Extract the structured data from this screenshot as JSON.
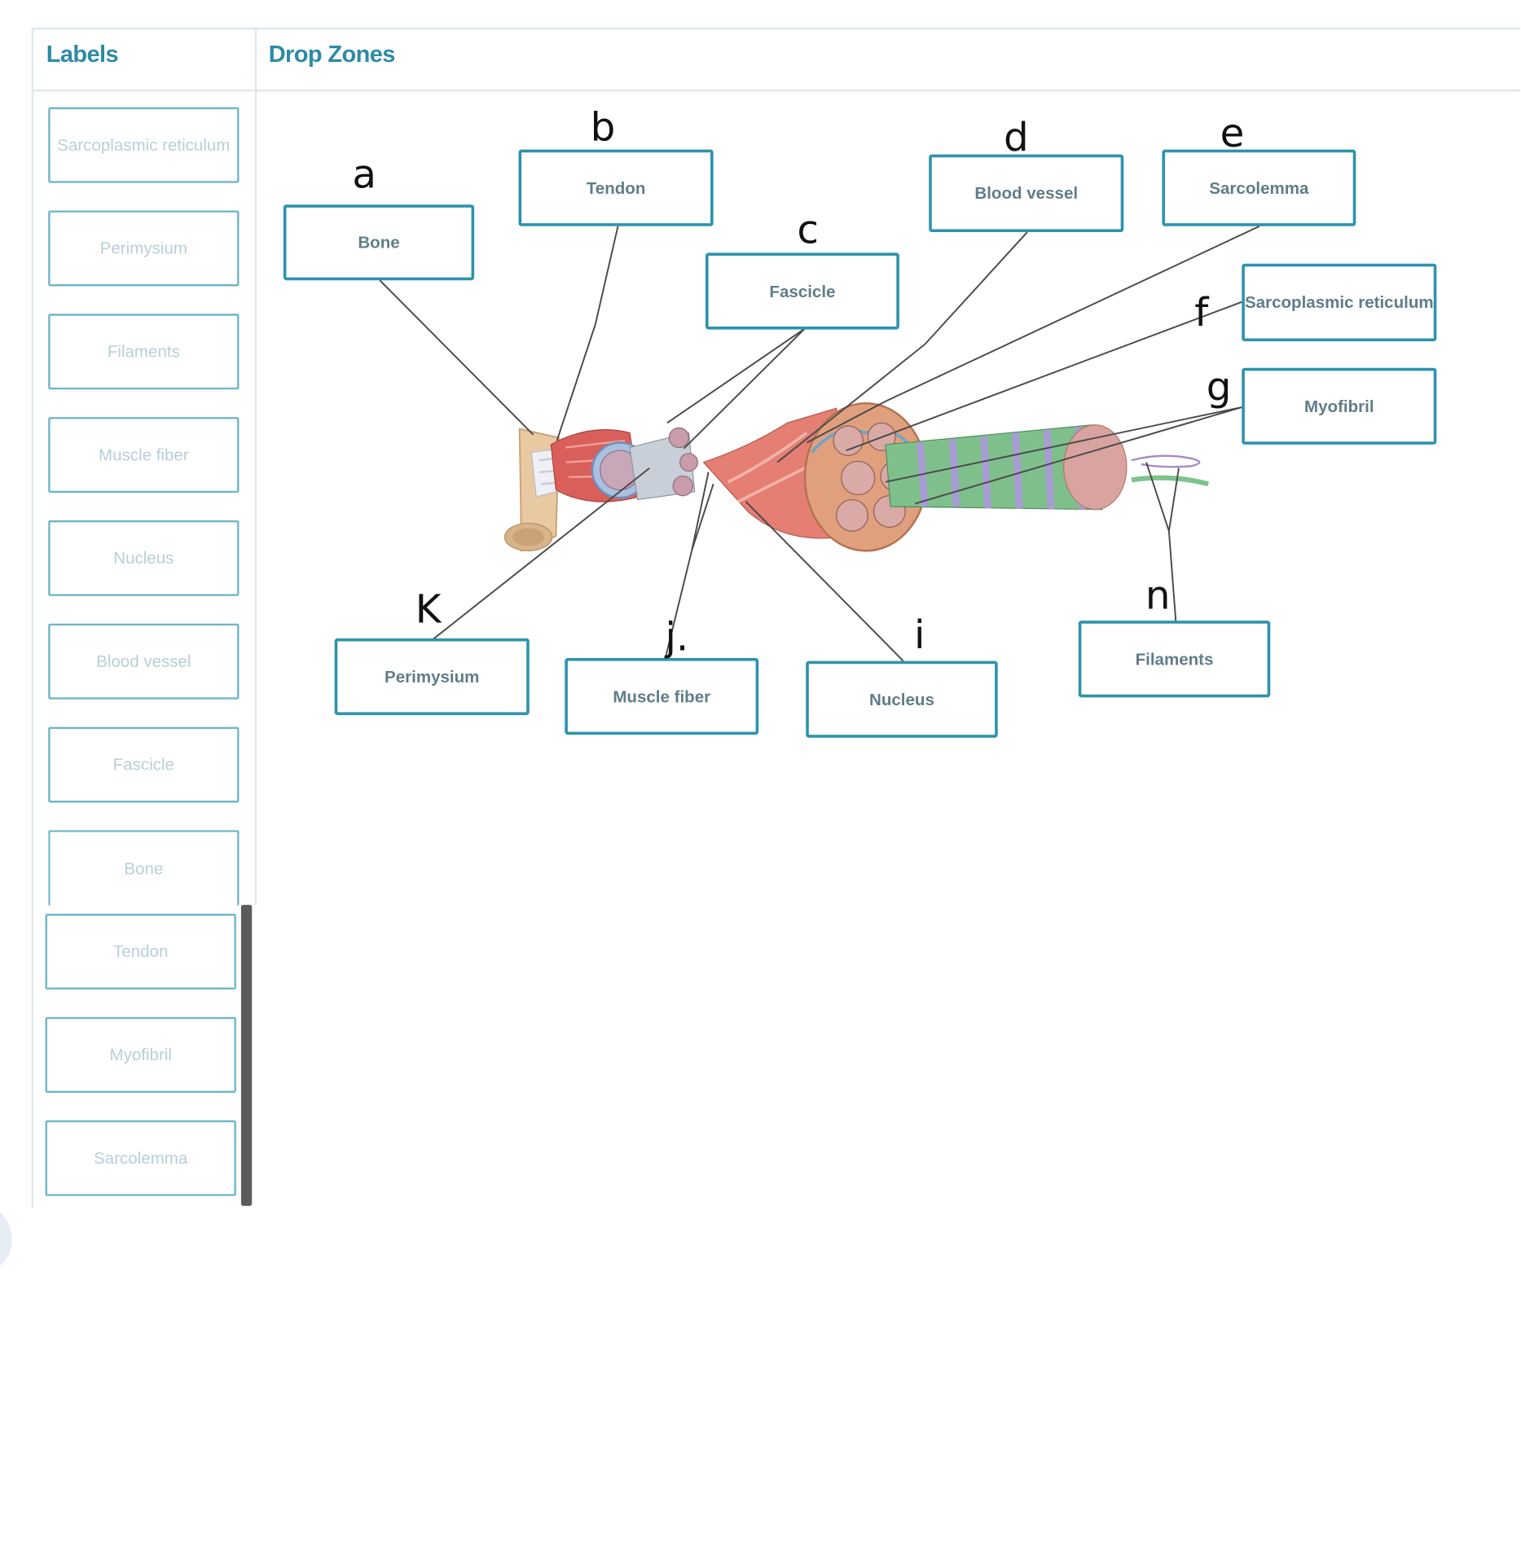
{
  "panels": {
    "labels_title": "Labels",
    "drop_zones_title": "Drop Zones"
  },
  "label_bank": [
    "Sarcoplasmic reticulum",
    "Perimysium",
    "Filaments",
    "Muscle fiber",
    "Nucleus",
    "Blood vessel",
    "Fascicle",
    "Bone",
    "Tendon",
    "Myofibril",
    "Sarcolemma"
  ],
  "drop_zones": {
    "a": "Bone",
    "b": "Tendon",
    "c": "Fascicle",
    "d": "Blood vessel",
    "e": "Sarcolemma",
    "f": "Sarcoplasmic reticulum",
    "g": "Myofibril",
    "h": "Filaments",
    "i": "Nucleus",
    "j": "Muscle fiber",
    "k": "Perimysium"
  },
  "handwritten_letters": {
    "a": "a",
    "b": "b",
    "c": "c",
    "d": "d",
    "e": "e",
    "f": "f",
    "g": "g",
    "h": "n",
    "i": "i",
    "j": "j.",
    "k": "K"
  },
  "colors": {
    "accent": "#2e93ad",
    "bank_border": "#6fb6c9",
    "bank_text": "#b8cfd6",
    "title": "#2d8aa6"
  }
}
